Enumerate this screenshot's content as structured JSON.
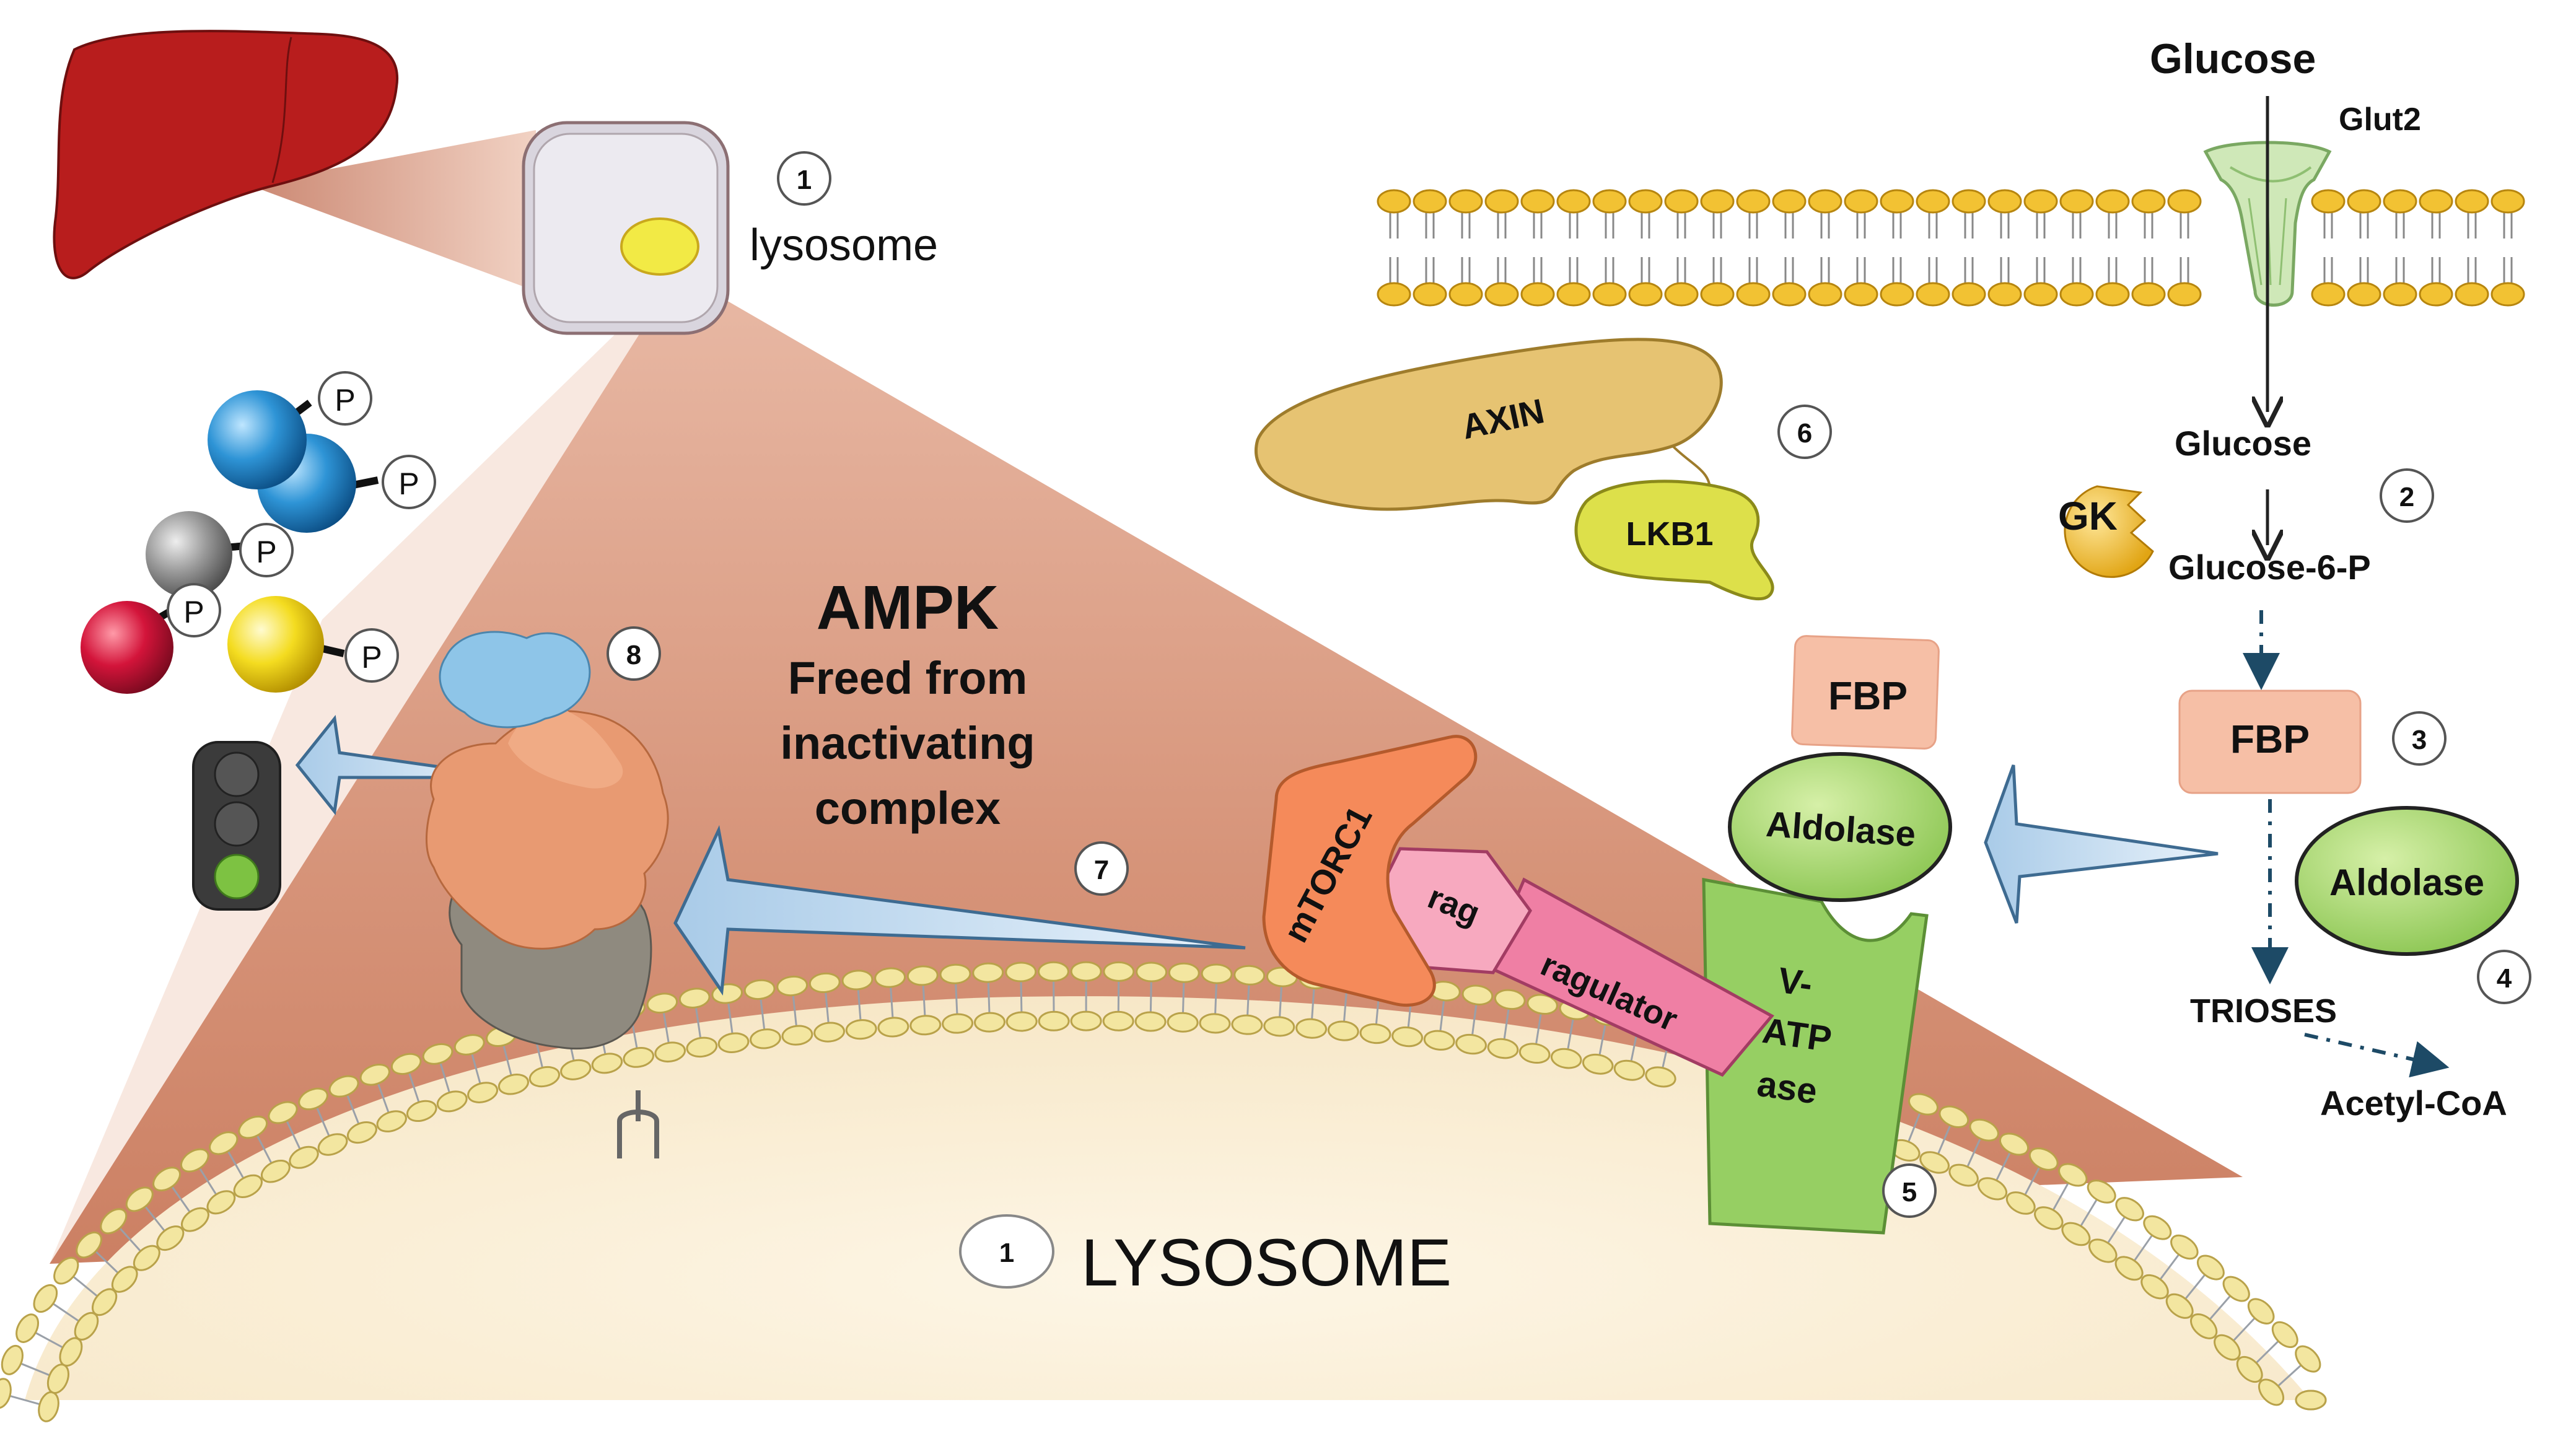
{
  "labels": {
    "lysosome_small": "lysosome",
    "lysosome_big": "LYSOSOME",
    "glucose_top": "Glucose",
    "glut2": "Glut2",
    "glucose_mid": "Glucose",
    "gk": "GK",
    "glucose6p": "Glucose-6-P",
    "fbp_right": "FBP",
    "aldolase_right": "Aldolase",
    "trioses": "TRIOSES",
    "acetylcoa": "Acetyl-CoA",
    "axin": "AXIN",
    "lkb1": "LKB1",
    "fbp_center": "FBP",
    "aldolase_center": "Aldolase",
    "vatpase_1": "V-",
    "vatpase_2": "ATP",
    "vatpase_3": "ase",
    "mtorc1": "mTORC1",
    "rag": "rag",
    "ragulator": "ragulator",
    "ampk": "AMPK",
    "ampk_sub1": "Freed from",
    "ampk_sub2": "inactivating",
    "ampk_sub3": "complex",
    "phospho": "P"
  },
  "steps": {
    "s1_top": "1",
    "s1_bottom": "1",
    "s2": "2",
    "s3": "3",
    "s4": "4",
    "s5": "5",
    "s6": "6",
    "s7": "7",
    "s8": "8"
  },
  "colors": {
    "liver": "#b81d1d",
    "cone": "#d9957c",
    "membrane_head": "#f2c233",
    "lysosome_head": "#f3e6a0",
    "lysosome_fill": "#fbf1dc",
    "fbp": "#f6bfa6",
    "aldolase": "#a8d86a",
    "vatpase": "#96cf63",
    "mtorc1": "#f58a5a",
    "ragulator": "#ef7fa4",
    "axin": "#e6c372",
    "lkb1": "#dde04a",
    "arrow": "#bcd8f0",
    "ampk_orange": "#e89a72",
    "ampk_blue": "#8ec5e8",
    "ampk_gray": "#8f8a7f"
  }
}
